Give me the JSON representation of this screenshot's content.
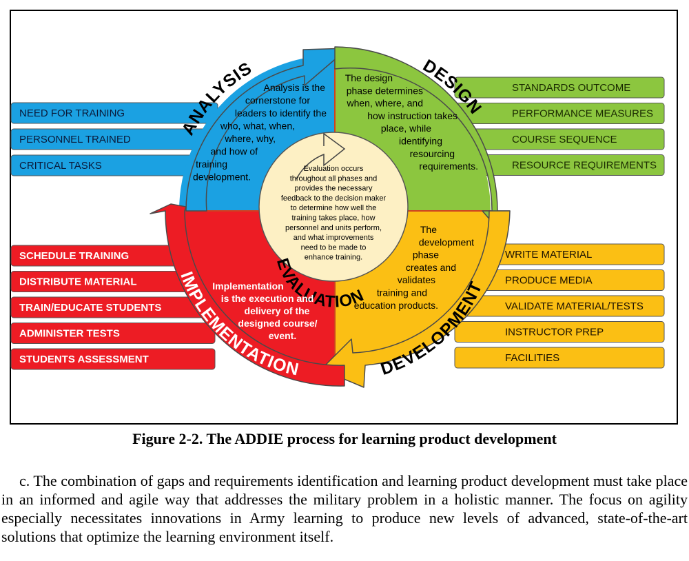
{
  "figure": {
    "left_items": {
      "analysis": [
        "NEED FOR TRAINING",
        "PERSONNEL TRAINED",
        "CRITICAL TASKS"
      ],
      "implementation": [
        "SCHEDULE TRAINING",
        "DISTRIBUTE MATERIAL",
        "TRAIN/EDUCATE STUDENTS",
        "ADMINISTER TESTS",
        "STUDENTS ASSESSMENT"
      ]
    },
    "right_items": {
      "design": [
        "STANDARDS OUTCOME",
        "PERFORMANCE MEASURES",
        "COURSE SEQUENCE",
        "RESOURCE REQUIREMENTS"
      ],
      "development": [
        "WRITE MATERIAL",
        "PRODUCE MEDIA",
        "VALIDATE MATERIAL/TESTS",
        "INSTRUCTOR PREP",
        "FACILITIES"
      ]
    },
    "phases": {
      "analysis": {
        "title": "ANALYSIS",
        "text_lines": [
          "Analysis is the",
          "cornerstone for",
          "leaders to identify the",
          "who, what, when,",
          "where, why,",
          "and how of",
          "training",
          "development."
        ]
      },
      "design": {
        "title": "DESIGN",
        "text_lines": [
          "The design",
          "phase determines",
          "when, where, and",
          "how instruction takes",
          "place, while",
          "identifying",
          "resourcing",
          "requirements."
        ]
      },
      "development": {
        "title": "DEVELOPMENT",
        "text_lines": [
          "The",
          "development",
          "phase",
          "creates and",
          "validates",
          "training and",
          "education products."
        ]
      },
      "implementation": {
        "title": "IMPLEMENTATION",
        "text_lines": [
          "Implementation",
          "is the execution and",
          "delivery of the",
          "designed course/",
          "event."
        ]
      },
      "evaluation": {
        "title": "EVALUATION",
        "text_lines": [
          "Evaluation occurs",
          "throughout all phases and",
          "provides the necessary",
          "feedback to the decision maker",
          "to determine how well the",
          "training takes place, how",
          "personnel and units perform,",
          "and what improvements",
          "need to be made to",
          "enhance training."
        ]
      }
    },
    "colors": {
      "analysis": "#1ba1e2",
      "design": "#8cc63f",
      "development": "#fbbf14",
      "implementation": "#ed1c24",
      "evaluation": "#fdf0c4"
    },
    "caption": "Figure 2-2.  The ADDIE process for learning product development"
  },
  "paragraph": "c.  The combination of gaps and requirements identification and learning product development must take place in an informed and agile way that addresses the military problem in a holistic manner.  The focus on agility especially necessitates innovations in Army learning to produce new levels of advanced, state-of-the-art solutions that optimize the learning environment itself."
}
